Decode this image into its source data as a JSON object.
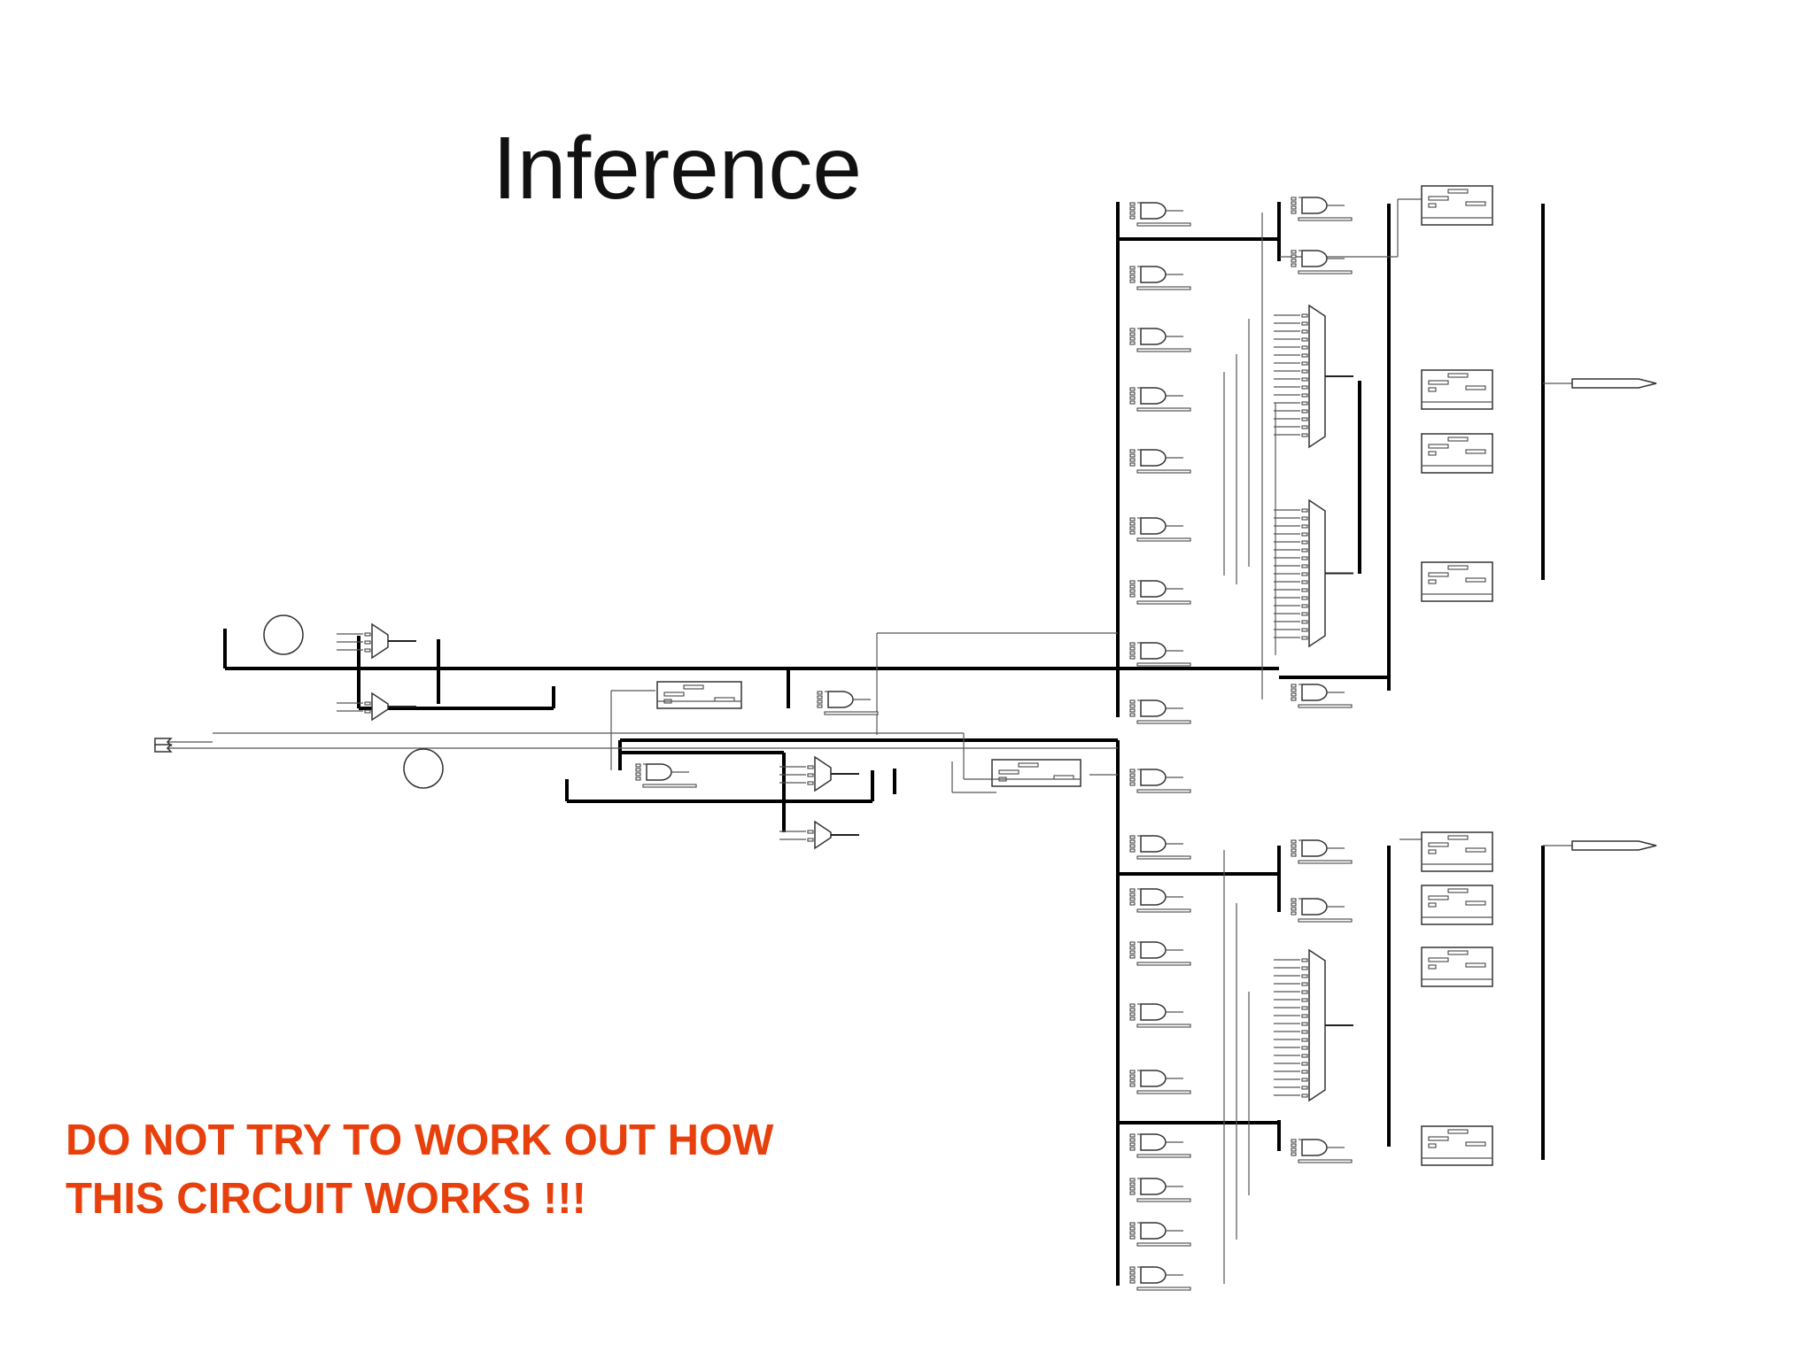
{
  "slide": {
    "title": "Inference",
    "warning_lines": [
      "DO NOT TRY TO WORK OUT HOW",
      "THIS CIRCUIT WORKS !!!"
    ]
  },
  "colors": {
    "background": "#ffffff",
    "title": "#111111",
    "warning": "#e8400c",
    "wire": "#000000"
  }
}
